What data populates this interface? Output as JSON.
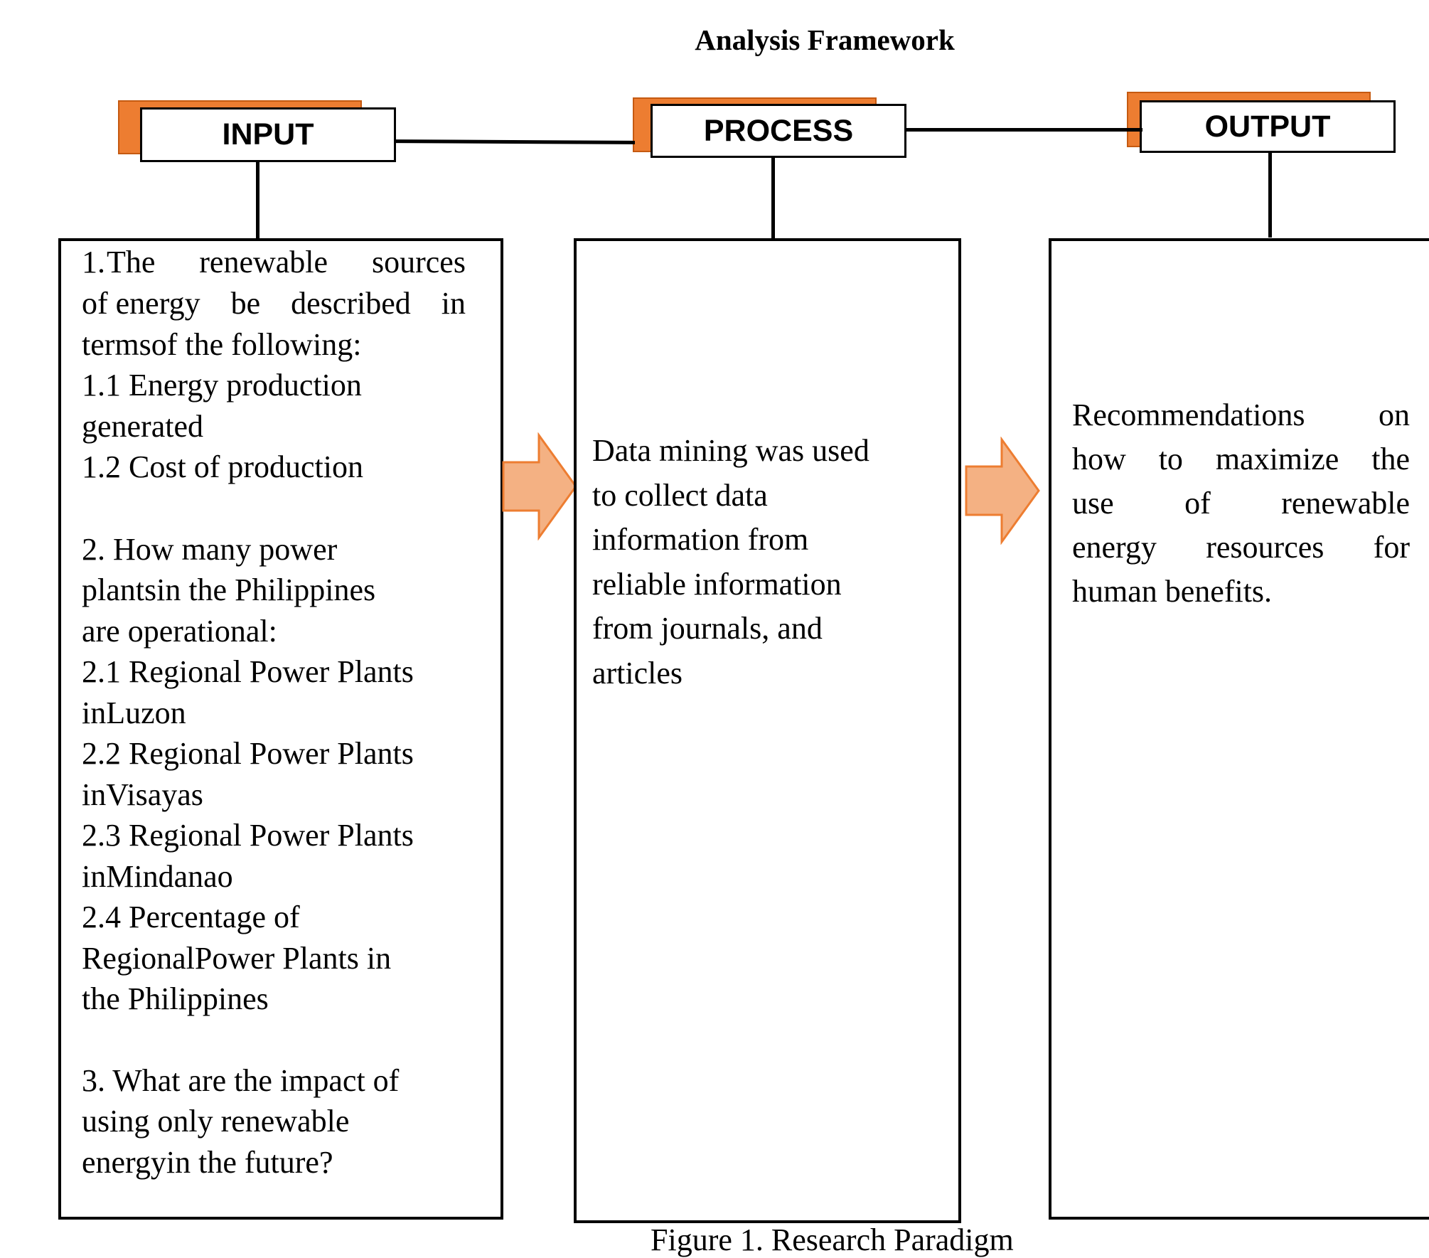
{
  "diagram": {
    "title": "Analysis Framework",
    "accent_color": "#ED7D31",
    "arrow_fill": "#F4B183",
    "arrow_stroke": "#ED7D31",
    "headers": {
      "input": "INPUT",
      "process": "PROCESS",
      "output": "OUTPUT"
    },
    "input_box": {
      "lines": [
        [
          "1.",
          "The",
          "renewable",
          "sources"
        ],
        [
          "of energy",
          "be",
          "described",
          "in"
        ],
        "termsof the following:",
        "1.1 Energy production",
        "generated",
        "1.2 Cost of production",
        "2. How many power",
        "plantsin the Philippines",
        "are operational:",
        "2.1 Regional Power Plants",
        "inLuzon",
        "2.2 Regional Power Plants",
        "inVisayas",
        "2.3 Regional Power Plants",
        "inMindanao",
        "2.4 Percentage of",
        "RegionalPower Plants in",
        "the Philippines",
        "3. What are the impact of",
        "using only renewable",
        "energyin the future?"
      ]
    },
    "process_box": {
      "lines": [
        "Data mining was used",
        "to collect data",
        "information from",
        "reliable information",
        "from journals, and",
        "articles"
      ]
    },
    "output_box": {
      "lines": [
        [
          "Recommendations",
          "on"
        ],
        [
          "how",
          "to",
          "maximize",
          "the"
        ],
        [
          "use",
          "of",
          "renewable"
        ],
        [
          "energy",
          "resources",
          "for"
        ],
        "human benefits."
      ]
    },
    "caption": "Figure 1. Research Paradigm"
  }
}
